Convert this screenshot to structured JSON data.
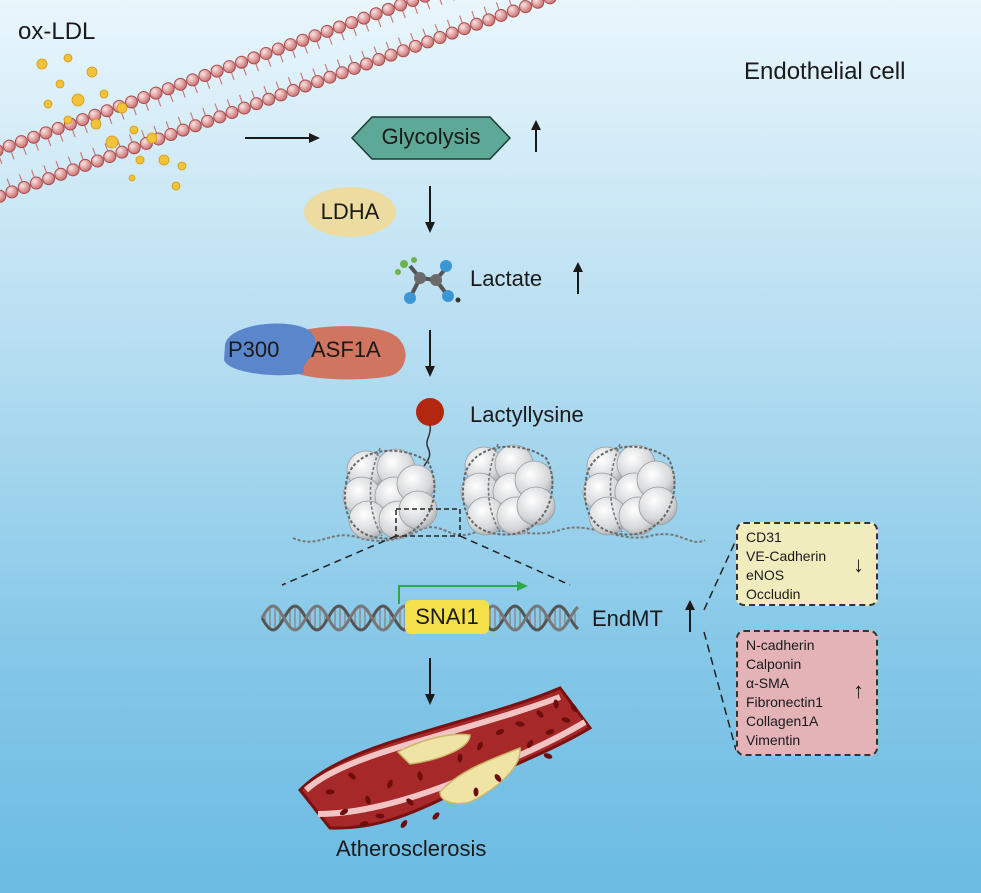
{
  "labels": {
    "ox_ldl": "ox-LDL",
    "endothelial_cell": "Endothelial cell",
    "glycolysis": "Glycolysis",
    "ldha": "LDHA",
    "lactate": "Lactate",
    "p300": "P300",
    "asf1a": "ASF1A",
    "lactyllysine": "Lactyllysine",
    "snai1": "SNAI1",
    "endmt": "EndMT",
    "atherosclerosis": "Atherosclerosis"
  },
  "down_markers": [
    "CD31",
    "VE-Cadherin",
    "eNOS",
    "Occludin"
  ],
  "up_markers": [
    "N-cadherin",
    "Calponin",
    "α-SMA",
    "Fibronectin1",
    "Collagen1A",
    "Vimentin"
  ],
  "arrows": {
    "up": "↑",
    "down": "↓"
  },
  "colors": {
    "glycolysis": "#5da896",
    "ldha": "#ecdca0",
    "p300": "#5b86cc",
    "asf1a": "#cf7560",
    "lactyllysine_dot": "#b3260f",
    "snai1": "#f4e04a",
    "down_box": "#f1ecbe",
    "up_box": "#e3b3b8",
    "membrane_head": "#e8a9a9"
  }
}
